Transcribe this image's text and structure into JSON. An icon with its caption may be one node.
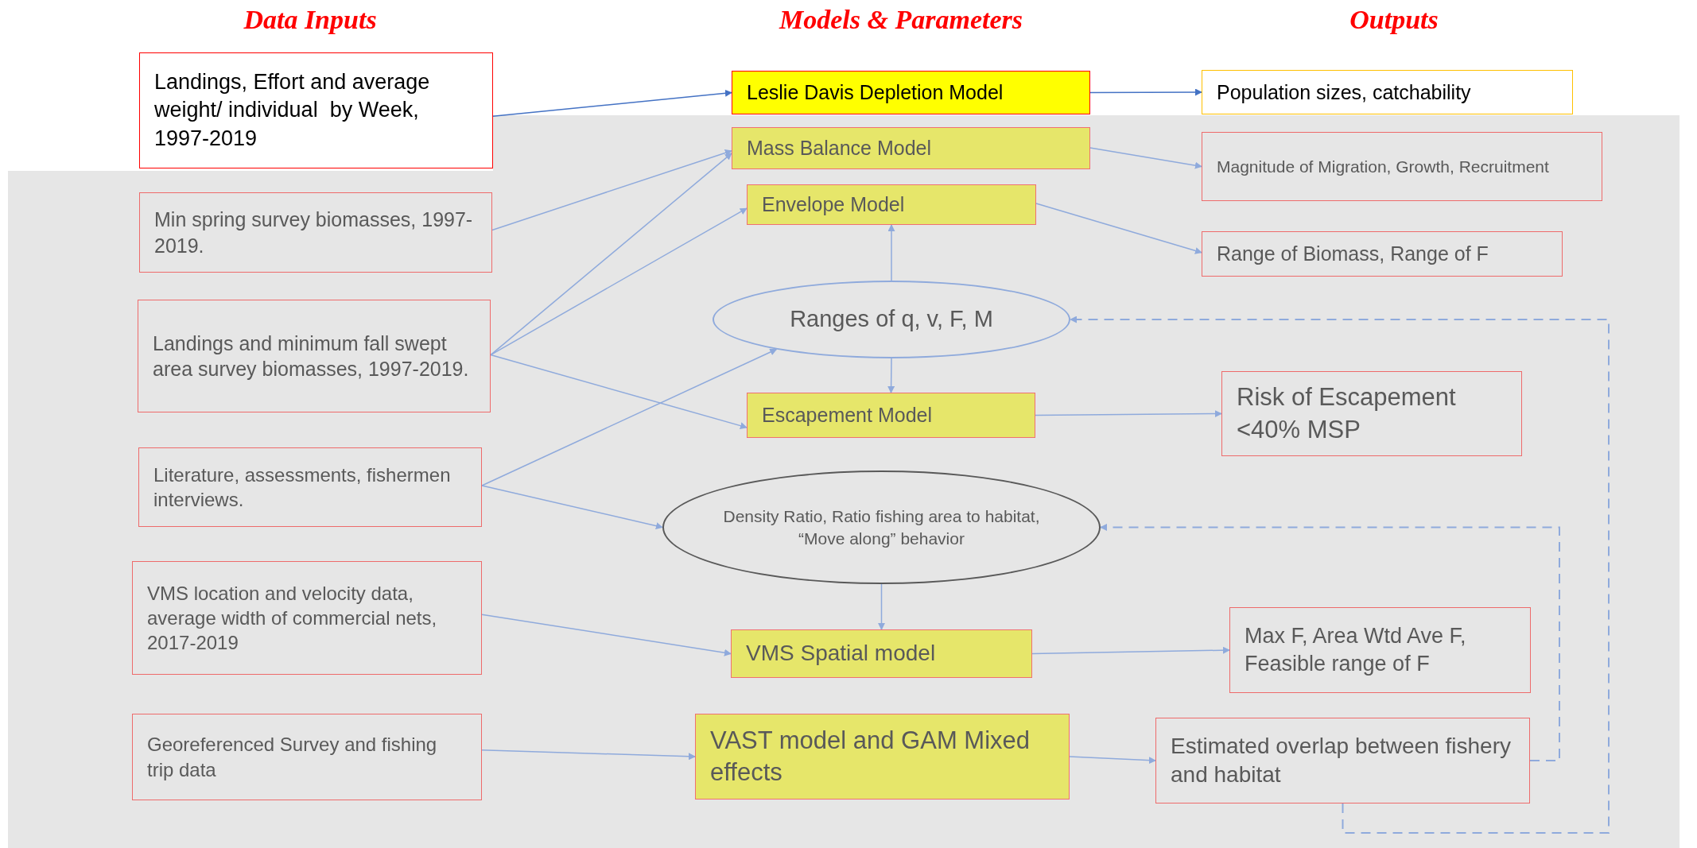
{
  "diagram": {
    "nodes": [
      {
        "text": [
          "Landings, Effort and average weight/ individual  by Week, 1997-2019"
        ]
      },
      {
        "text": [
          "Min spring survey biomasses, 1997-2019."
        ]
      },
      {
        "text": [
          "Landings and minimum fall swept area survey biomasses, 1997-2019."
        ]
      },
      {
        "text": [
          "Literature, assessments, fishermen interviews."
        ]
      },
      {
        "text": [
          "VMS location and velocity data, average width of commercial nets, 2017-2019"
        ]
      },
      {
        "text": [
          "Georeferenced Survey and fishing trip data"
        ]
      },
      {
        "text": [
          "Leslie Davis Depletion Model"
        ]
      },
      {
        "text": [
          "Mass Balance Model"
        ]
      },
      {
        "text": [
          "Envelope Model"
        ]
      },
      {
        "text": [
          "Ranges of q, v, F, M"
        ]
      },
      {
        "text": [
          "Escapement Model"
        ]
      },
      {
        "text": [
          "Density Ratio, Ratio fishing area to habitat, “Move along” behavior"
        ]
      },
      {
        "text": [
          "VMS Spatial model"
        ]
      },
      {
        "text": [
          "VAST model and GAM Mixed effects"
        ]
      },
      {
        "text": [
          "Population sizes, catchability"
        ]
      },
      {
        "text": [
          "Magnitude of Migration, Growth, Recruitment"
        ]
      },
      {
        "text": [
          "Range of Biomass, Range of F"
        ]
      },
      {
        "text": [
          "Risk of Escapement <40% MSP"
        ]
      },
      {
        "text": [
          "Max F, Area Wtd Ave F, Feasible range of F"
        ]
      },
      {
        "text": [
          "Estimated overlap between fishery and habitat"
        ]
      }
    ],
    "edges": [
      {
        "from": 0,
        "to": 6,
        "arrow": "to",
        "color": "#4472c4"
      },
      {
        "from": 1,
        "to": 7,
        "arrow": "to"
      },
      {
        "from": 2,
        "to": 7,
        "arrow": "to"
      },
      {
        "from": 2,
        "to": 8,
        "arrow": "to"
      },
      {
        "from": 2,
        "to": 10,
        "arrow": "to"
      },
      {
        "from": 3,
        "to": 9,
        "arrow": "to"
      },
      {
        "from": 3,
        "to": 11,
        "arrow": "to"
      },
      {
        "from": 4,
        "to": 12,
        "arrow": "to"
      },
      {
        "from": 5,
        "to": 13,
        "arrow": "to"
      },
      {
        "from": 6,
        "to": 14,
        "arrow": "to",
        "color": "#4472c4"
      },
      {
        "from": 7,
        "to": 15,
        "arrow": "to"
      },
      {
        "from": 8,
        "to": 16,
        "arrow": "to"
      },
      {
        "from": 9,
        "to": 8,
        "arrow": "to"
      },
      {
        "from": 9,
        "to": 10,
        "arrow": "to"
      },
      {
        "from": 10,
        "to": 17,
        "arrow": "to"
      },
      {
        "from": 11,
        "to": 12,
        "arrow": "to"
      },
      {
        "from": 12,
        "to": 18,
        "arrow": "to"
      },
      {
        "from": 13,
        "to": 19,
        "arrow": "to"
      },
      {
        "from": 19,
        "to": 11,
        "arrow": "to",
        "style": "dashed"
      },
      {
        "from": 19,
        "to": 9,
        "arrow": "to",
        "style": "dashed"
      }
    ],
    "labels": [
      "Data Inputs",
      "Models & Parameters",
      "Outputs"
    ]
  }
}
